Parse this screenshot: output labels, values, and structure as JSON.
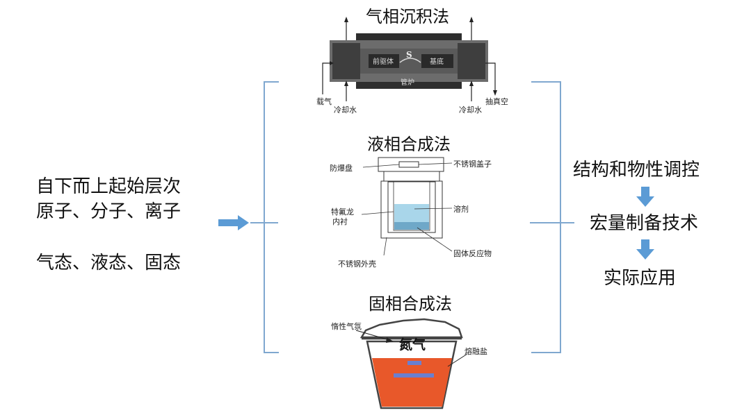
{
  "left": {
    "line1": "自下而上起始层次",
    "line2": "原子、分子、离子",
    "line3": "气态、液态、固态"
  },
  "methods": {
    "cvd": {
      "title": "气相沉积法",
      "inner_left": "前驱体",
      "inner_mid": "S",
      "inner_right": "基底",
      "bottom_bar": "管炉",
      "label_gas": "载气",
      "label_cool_left": "冷却水",
      "label_cool_right": "冷却水",
      "label_vacuum": "抽真空"
    },
    "liquid": {
      "title": "液相合成法",
      "label_burst": "防爆盘",
      "label_cap": "不锈钢盖子",
      "label_liner1": "特氟龙",
      "label_liner2": "内衬",
      "label_solvent": "溶剂",
      "label_solid": "固体反应物",
      "label_shell": "不锈钢外壳"
    },
    "solid": {
      "title": "固相合成法",
      "label_inert": "惰性气氛",
      "label_n2": "氮气",
      "label_salt": "熔融盐"
    }
  },
  "right": {
    "step1": "结构和物性调控",
    "step2": "宏量制备技术",
    "step3": "实际应用"
  },
  "colors": {
    "arrow_blue": "#5b9bd5",
    "bracket_blue": "#7fa7cf",
    "solvent_blue": "#a9d6ea",
    "molten_orange": "#e8582a",
    "furnace_dark": "#2e2e2e",
    "furnace_grey": "#6c6c6c"
  }
}
